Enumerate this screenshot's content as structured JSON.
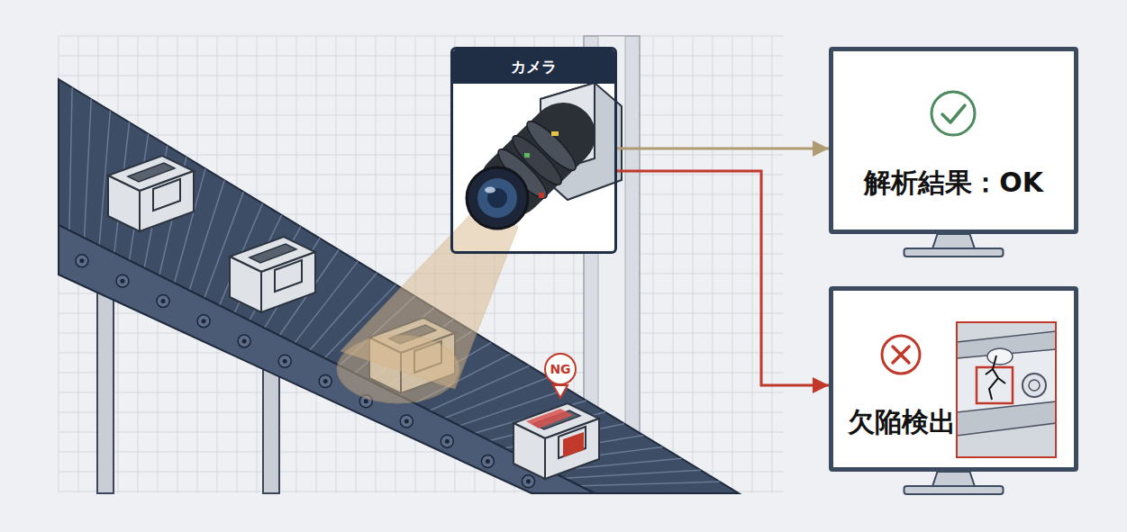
{
  "diagram": {
    "nodes": [
      {
        "text": [
          "カメラ"
        ]
      },
      {
        "text": [
          "解析結果：OK"
        ]
      },
      {
        "text": [
          "欠陥検出"
        ]
      },
      {
        "text": [
          "NG"
        ]
      }
    ],
    "edges": [
      {
        "from": 0,
        "to": 1,
        "arrow": "to"
      },
      {
        "from": 0,
        "to": 2,
        "arrow": "to"
      }
    ]
  }
}
